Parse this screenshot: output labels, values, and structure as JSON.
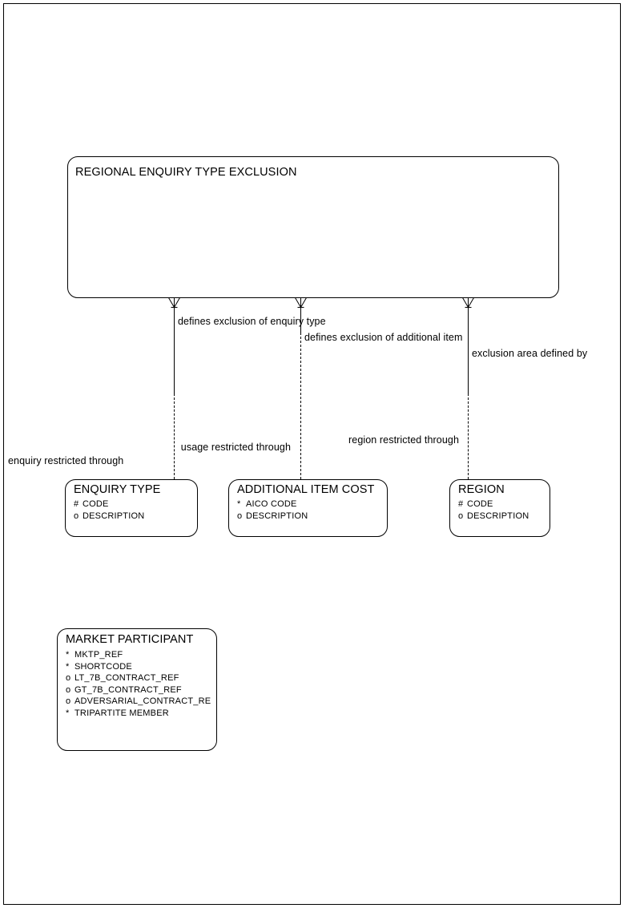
{
  "diagram": {
    "type": "entity-relationship-diagram",
    "notation": "oracle-designer-barker",
    "background_color": "#ffffff",
    "line_color": "#000000",
    "attribute_markers": {
      "#": "primary key / unique identifier",
      "*": "mandatory attribute",
      "o": "optional attribute"
    }
  },
  "entities": [
    {
      "id": "regional-enquiry-type-exclusion",
      "name": "REGIONAL ENQUIRY TYPE EXCLUSION",
      "attributes": []
    },
    {
      "id": "enquiry-type",
      "name": "ENQUIRY TYPE",
      "attributes": [
        {
          "mark": "#",
          "name": "CODE"
        },
        {
          "mark": "o",
          "name": "DESCRIPTION"
        }
      ]
    },
    {
      "id": "additional-item-cost",
      "name": "ADDITIONAL ITEM COST",
      "attributes": [
        {
          "mark": "*",
          "name": "AICO CODE"
        },
        {
          "mark": "o",
          "name": "DESCRIPTION"
        }
      ]
    },
    {
      "id": "region",
      "name": "REGION",
      "attributes": [
        {
          "mark": "#",
          "name": "CODE"
        },
        {
          "mark": "o",
          "name": "DESCRIPTION"
        }
      ]
    },
    {
      "id": "market-participant",
      "name": "MARKET PARTICIPANT",
      "attributes": [
        {
          "mark": "*",
          "name": "MKTP_REF"
        },
        {
          "mark": "*",
          "name": "SHORTCODE"
        },
        {
          "mark": "o",
          "name": "LT_7B_CONTRACT_REF"
        },
        {
          "mark": "o",
          "name": "GT_7B_CONTRACT_REF"
        },
        {
          "mark": "o",
          "name": "ADVERSARIAL_CONTRACT_RE"
        },
        {
          "mark": "*",
          "name": "TRIPARTITE MEMBER"
        }
      ]
    }
  ],
  "relationships": [
    {
      "id": "rel-enquiry-type",
      "from": "regional-enquiry-type-exclusion",
      "to": "enquiry-type",
      "label_from": "defines exclusion of enquiry type",
      "label_to_upper": "usage restricted through",
      "label_to_lower": "enquiry restricted through"
    },
    {
      "id": "rel-additional-item",
      "from": "regional-enquiry-type-exclusion",
      "to": "additional-item-cost",
      "label_from": "defines exclusion of additional item",
      "label_to_upper": "region restricted through"
    },
    {
      "id": "rel-region",
      "from": "regional-enquiry-type-exclusion",
      "to": "region",
      "label_from": "exclusion area defined by"
    }
  ]
}
